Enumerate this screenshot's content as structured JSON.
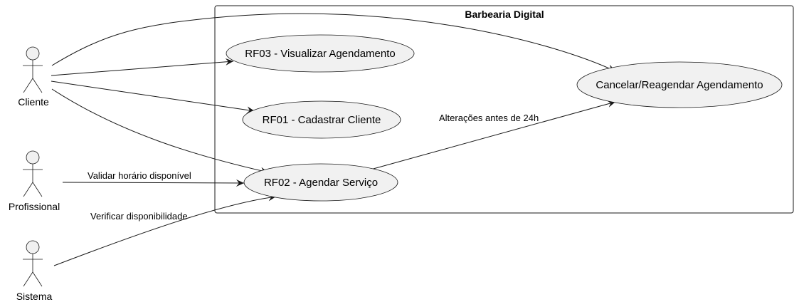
{
  "system": {
    "title": "Barbearia Digital"
  },
  "actors": {
    "cliente": "Cliente",
    "profissional": "Profissional",
    "sistema": "Sistema"
  },
  "use_cases": {
    "rf03": "RF03 - Visualizar Agendamento",
    "rf01": "RF01 - Cadastrar Cliente",
    "rf02": "RF02 - Agendar Serviço",
    "cancelar": "Cancelar/Reagendar Agendamento"
  },
  "edge_labels": {
    "validar": "Validar horário disponível",
    "verificar": "Verificar disponibilidade",
    "alteracoes": "Alterações antes de 24h"
  },
  "colors": {
    "fill": "#f1f1f1",
    "stroke": "#181818",
    "background": "#ffffff"
  }
}
